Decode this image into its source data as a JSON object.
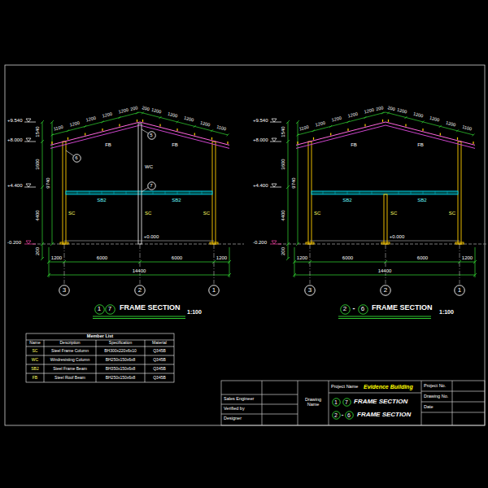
{
  "diagram": {
    "nodes": [
      {
        "text": [
          "6"
        ]
      },
      {
        "text": [
          "5"
        ]
      },
      {
        "text": [
          "7"
        ]
      },
      {
        "text": [
          "3"
        ]
      },
      {
        "text": [
          "2"
        ]
      },
      {
        "text": [
          "1"
        ]
      },
      {
        "text": [
          "3"
        ]
      },
      {
        "text": [
          "2"
        ]
      },
      {
        "text": [
          "1"
        ]
      },
      {
        "text": [
          "1"
        ]
      },
      {
        "text": [
          "7"
        ]
      },
      {
        "text": [
          "2"
        ]
      },
      {
        "text": [
          "6"
        ]
      },
      {
        "text": [
          "1"
        ]
      },
      {
        "text": [
          "7"
        ]
      },
      {
        "text": [
          "2"
        ]
      },
      {
        "text": [
          "6"
        ]
      }
    ],
    "labels": [
      "+9.540",
      "+8.000",
      "+4.400",
      "-0.200",
      "1540",
      "3600",
      "4400",
      "200",
      "9740",
      "1100",
      "1200",
      "1200",
      "1200",
      "1200",
      "200",
      "200",
      "1200",
      "1200",
      "1200",
      "1200",
      "1100",
      "FB",
      "FB",
      "WC",
      "SB2",
      "SB2",
      "SC",
      "SC",
      "SC",
      "+0.000",
      "1200",
      "6000",
      "6000",
      "1200",
      "14400",
      "FRAME SECTION",
      "1:100",
      "+9.540",
      "+8.000",
      "+4.400",
      "-0.200",
      "1540",
      "3600",
      "4400",
      "200",
      "9740",
      "1100",
      "1200",
      "1200",
      "1200",
      "1200",
      "200",
      "200",
      "1200",
      "1200",
      "1200",
      "1200",
      "1100",
      "FB",
      "FB",
      "SB2",
      "SB2",
      "SC",
      "SC",
      "SC",
      "+0.000",
      "1200",
      "6000",
      "6000",
      "1200",
      "14400",
      "-",
      "FRAME SECTION",
      "1:100",
      "Member List",
      "Name",
      "Description",
      "Specification",
      "Material",
      "SC",
      "Steel Frame Column",
      "BH300x220x6x10",
      "Q345B",
      "WC",
      "Windresisting Column",
      "BH250x150x6x8",
      "Q345B",
      "SB2",
      "Steel Frame Beam",
      "BH350x150x6x8",
      "Q345B",
      "FB",
      "Steel Roof Beam",
      "BH250x150x6x8",
      "Q345B",
      "Project Name",
      "Evidence Building",
      "Sales Engineer",
      "Verified by",
      "Designer",
      "Drawing Name",
      "FRAME SECTION",
      "-",
      "FRAME SECTION",
      "Project No.",
      "Drawing No.",
      "Date"
    ]
  }
}
